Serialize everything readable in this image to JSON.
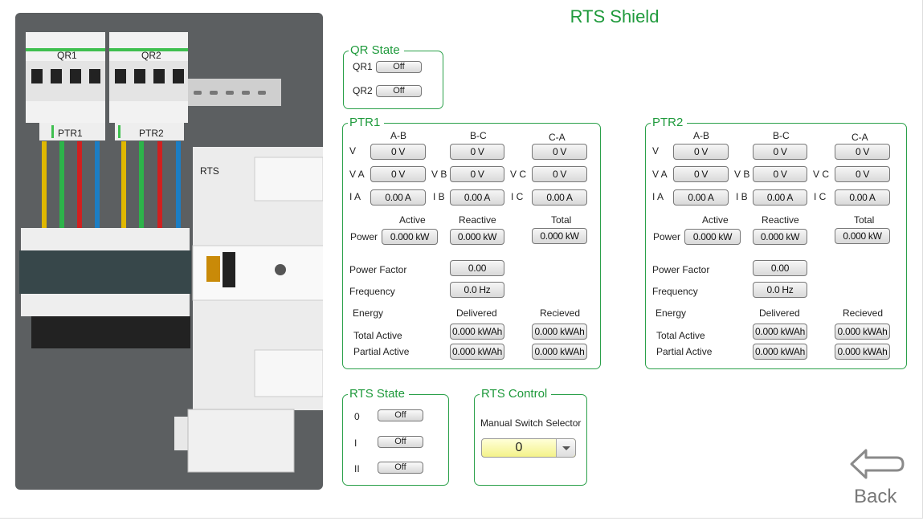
{
  "title": "RTS Shield",
  "illustration": {
    "qr1": "QR1",
    "qr2": "QR2",
    "ptr1": "PTR1",
    "ptr2": "PTR2",
    "rts": "RTS"
  },
  "qr_state": {
    "legend": "QR State",
    "items": [
      {
        "label": "QR1",
        "state": "Off"
      },
      {
        "label": "QR2",
        "state": "Off"
      }
    ]
  },
  "ptr": [
    {
      "legend": "PTR1",
      "cols": [
        "A-B",
        "B-C",
        "C-A"
      ],
      "v_label": "V",
      "v": [
        "0 V",
        "0 V",
        "0 V"
      ],
      "vp_labels": [
        "V A",
        "V B",
        "V C"
      ],
      "vp": [
        "0 V",
        "0 V",
        "0 V"
      ],
      "i_labels": [
        "I A",
        "I B",
        "I C"
      ],
      "i": [
        "0.00 A",
        "0.00 A",
        "0.00 A"
      ],
      "power_cols": [
        "Active",
        "Reactive",
        "Total"
      ],
      "power_label": "Power",
      "power": [
        "0.000 kW",
        "0.000 kW",
        "0.000 kW"
      ],
      "pf_label": "Power Factor",
      "pf": "0.00",
      "freq_label": "Frequency",
      "freq": "0.0 Hz",
      "energy_label": "Energy",
      "energy_cols": [
        "Delivered",
        "Recieved"
      ],
      "total_active_label": "Total Active",
      "total_active": [
        "0.000 kWAh",
        "0.000 kWAh"
      ],
      "partial_active_label": "Partial Active",
      "partial_active": [
        "0.000 kWAh",
        "0.000 kWAh"
      ]
    },
    {
      "legend": "PTR2",
      "cols": [
        "A-B",
        "B-C",
        "C-A"
      ],
      "v_label": "V",
      "v": [
        "0 V",
        "0 V",
        "0 V"
      ],
      "vp_labels": [
        "V A",
        "V B",
        "V C"
      ],
      "vp": [
        "0 V",
        "0 V",
        "0 V"
      ],
      "i_labels": [
        "I A",
        "I B",
        "I C"
      ],
      "i": [
        "0.00 A",
        "0.00 A",
        "0.00 A"
      ],
      "power_cols": [
        "Active",
        "Reactive",
        "Total"
      ],
      "power_label": "Power",
      "power": [
        "0.000 kW",
        "0.000 kW",
        "0.000 kW"
      ],
      "pf_label": "Power Factor",
      "pf": "0.00",
      "freq_label": "Frequency",
      "freq": "0.0 Hz",
      "energy_label": "Energy",
      "energy_cols": [
        "Delivered",
        "Recieved"
      ],
      "total_active_label": "Total Active",
      "total_active": [
        "0.000 kWAh",
        "0.000 kWAh"
      ],
      "partial_active_label": "Partial Active",
      "partial_active": [
        "0.000 kWAh",
        "0.000 kWAh"
      ]
    }
  ],
  "rts_state": {
    "legend": "RTS State",
    "items": [
      {
        "label": "0",
        "state": "Off"
      },
      {
        "label": "I",
        "state": "Off"
      },
      {
        "label": "II",
        "state": "Off"
      }
    ]
  },
  "rts_control": {
    "legend": "RTS Control",
    "selector_label": "Manual Switch Selector",
    "selector_value": "0"
  },
  "back_label": "Back",
  "colors": {
    "accent": "#1f9a3c",
    "selector": "#f4f28a"
  }
}
